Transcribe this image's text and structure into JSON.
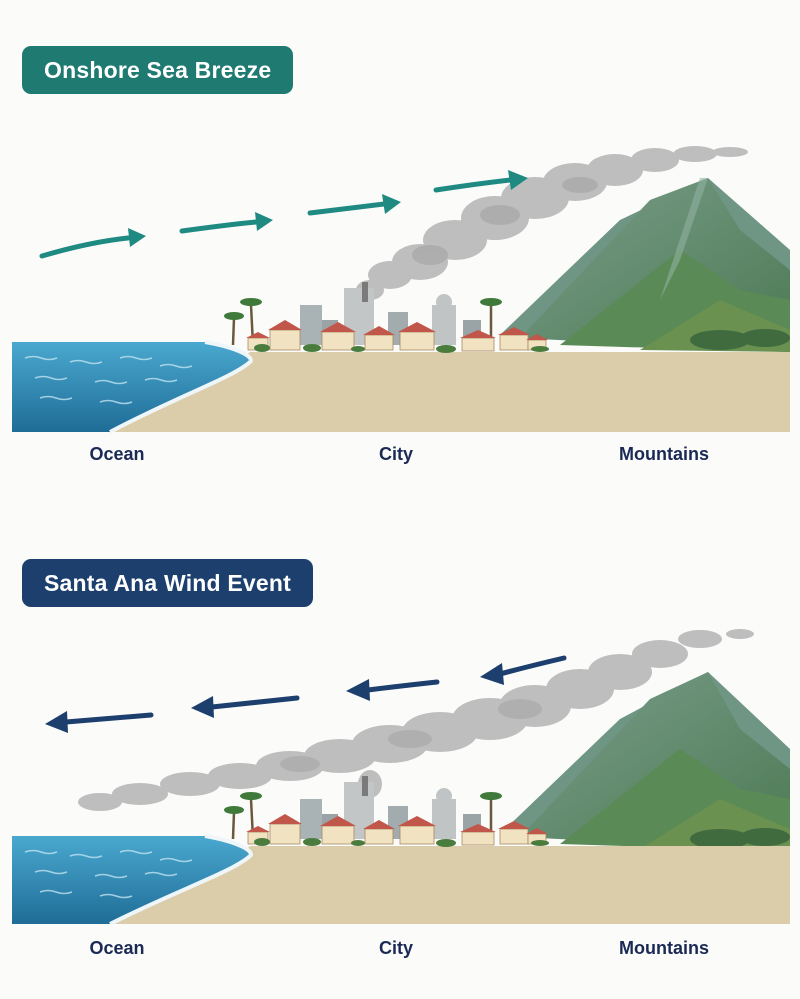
{
  "panels": [
    {
      "title": "Onshore Sea Breeze",
      "title_color": "#1f7a72",
      "arrow_color": "#1f8a82",
      "wind_direction": "onshore (ocean to mountains)",
      "labels": {
        "ocean": "Ocean",
        "city": "City",
        "mountains": "Mountains"
      }
    },
    {
      "title": "Santa Ana Wind Event",
      "title_color": "#1c3f6e",
      "arrow_color": "#1c3f6e",
      "wind_direction": "offshore (mountains to ocean)",
      "labels": {
        "ocean": "Ocean",
        "city": "City",
        "mountains": "Mountains"
      }
    }
  ],
  "colors": {
    "ocean": "#3a98c2",
    "sand": "#dccdaa",
    "mountain": "#5e8a70",
    "smoke": "#b9b9b9",
    "label_text": "#1a2a55"
  }
}
